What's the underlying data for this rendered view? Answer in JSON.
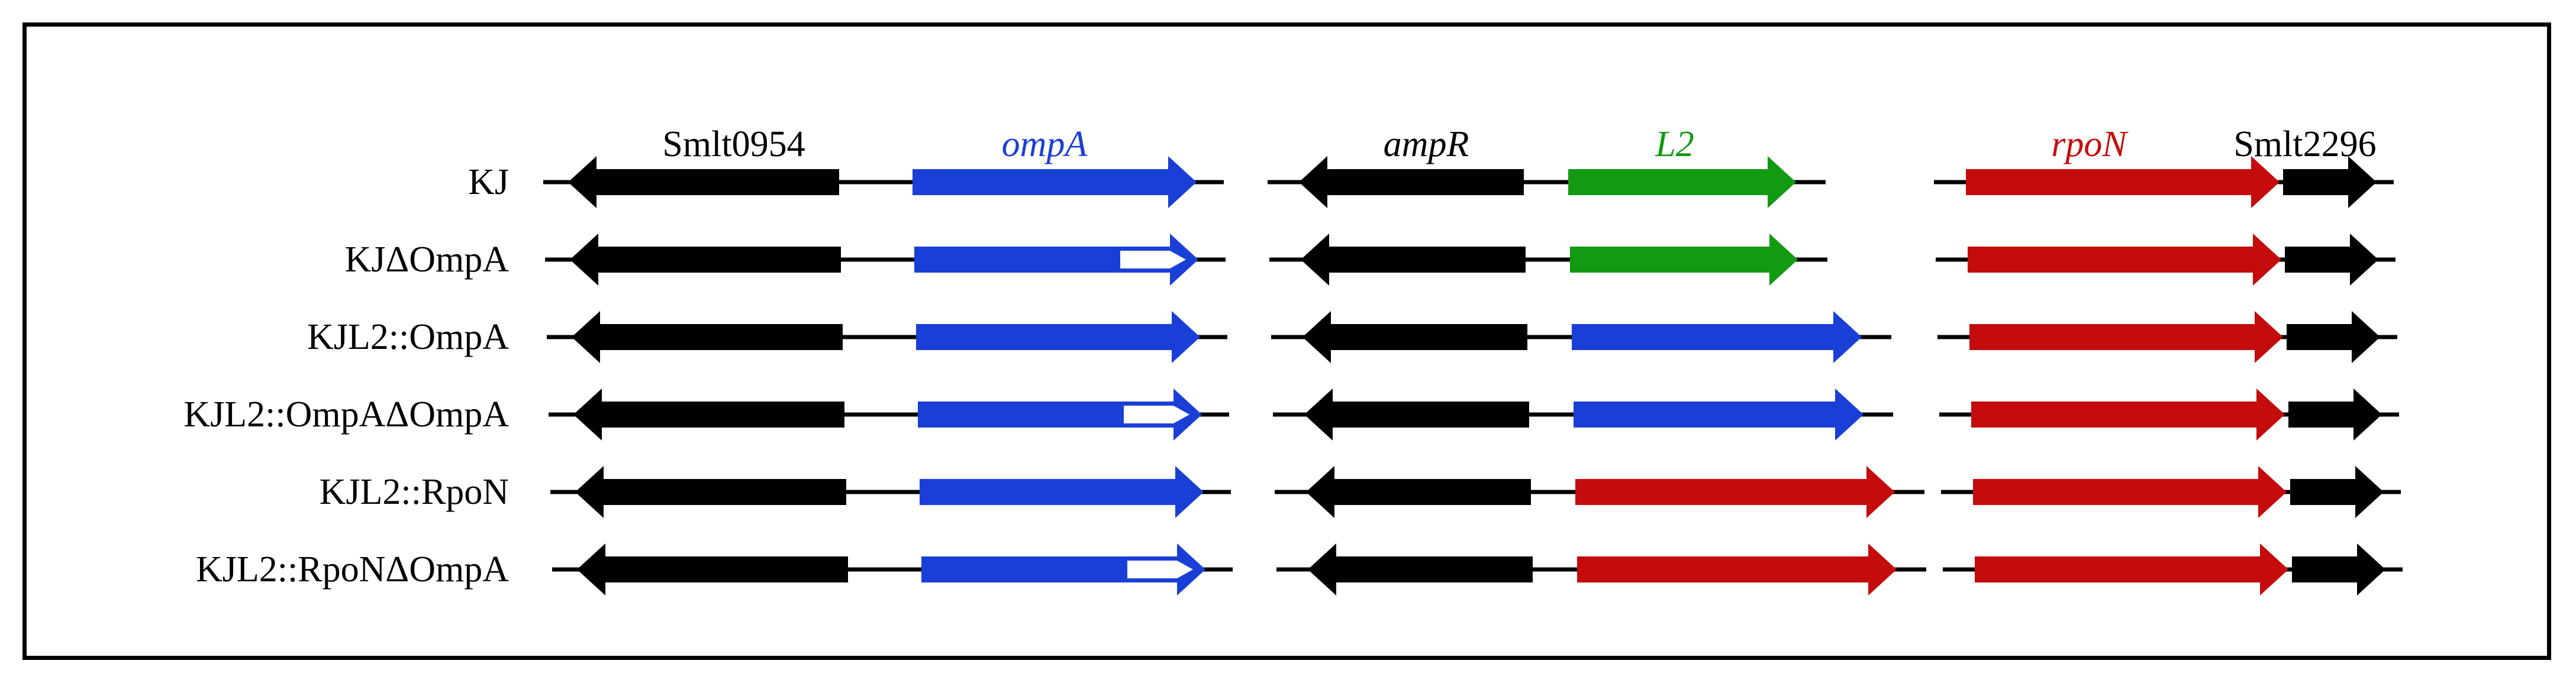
{
  "colors": {
    "black_gene": "#000000",
    "ompA_blue": "#1a3fd6",
    "L2_green": "#129a12",
    "rpoN_red": "#c40c0c",
    "deletion_fill": "#ffffff",
    "line": "#000000"
  },
  "gene_labels": {
    "smlt0954": "Smlt0954",
    "ompA": "ompA",
    "ampR": "ampR",
    "L2": "L2",
    "rpoN": "rpoN",
    "smlt2296": "Smlt2296"
  },
  "strains": [
    {
      "name": "KJ",
      "l2_locus_gene": "L2",
      "ompA_deleted": false
    },
    {
      "name": "KJΔOmpA",
      "l2_locus_gene": "L2",
      "ompA_deleted": true
    },
    {
      "name": "KJL2::OmpA",
      "l2_locus_gene": "ompA",
      "ompA_deleted": false
    },
    {
      "name": "KJL2::OmpAΔOmpA",
      "l2_locus_gene": "ompA",
      "ompA_deleted": true
    },
    {
      "name": "KJL2::RpoN",
      "l2_locus_gene": "rpoN",
      "ompA_deleted": false
    },
    {
      "name": "KJL2::RpoNΔOmpA",
      "l2_locus_gene": "rpoN",
      "ompA_deleted": true
    }
  ]
}
